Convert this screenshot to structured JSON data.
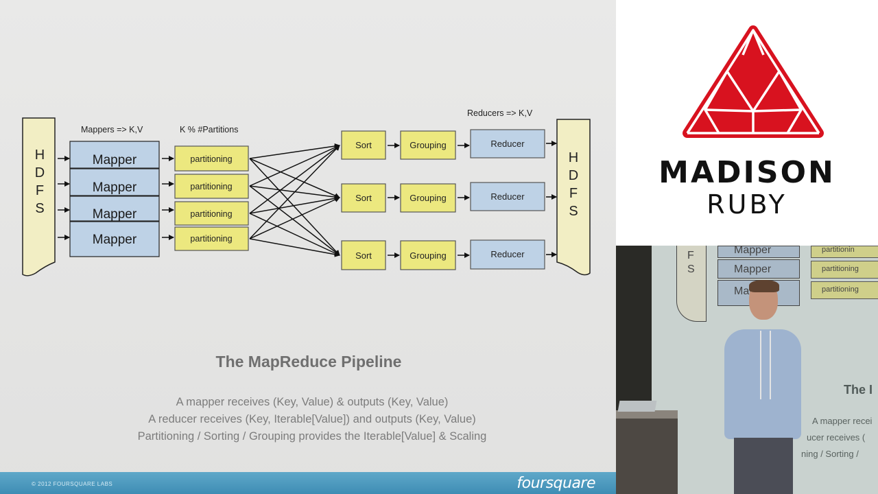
{
  "slide": {
    "title": "The MapReduce Pipeline",
    "bullets": [
      "A mapper receives (Key, Value) & outputs (Key, Value)",
      "A reducer receives (Key, Iterable[Value]) and outputs (Key, Value)",
      "Partitioning / Sorting / Grouping provides the Iterable[Value] & Scaling"
    ],
    "footer": {
      "copyright": "© 2012 FOURSQUARE LABS",
      "brand": "foursquare"
    }
  },
  "diagram": {
    "hdfs_letters": [
      "H",
      "D",
      "F",
      "S"
    ],
    "mappers_header": "Mappers => K,V",
    "partitions_header": "K % #Partitions",
    "reducers_header": "Reducers => K,V",
    "mappers": [
      "Mapper",
      "Mapper",
      "Mapper",
      "Mapper"
    ],
    "partitioners": [
      "partitioning",
      "partitioning",
      "partitioning",
      "partitioning"
    ],
    "sorts": [
      "Sort",
      "Sort",
      "Sort"
    ],
    "groupings": [
      "Grouping",
      "Grouping",
      "Grouping"
    ],
    "reducers": [
      "Reducer",
      "Reducer",
      "Reducer"
    ],
    "colors": {
      "hdfs": "#f2eec4",
      "mapper": "#bed2e6",
      "partition": "#ece87f",
      "reducer": "#bed2e6",
      "stroke": "#111111"
    }
  },
  "logo": {
    "word1": "MADISON",
    "word2": "RUBY",
    "color": "#d8121f"
  },
  "camera": {
    "hdfs_fragment": [
      "F",
      "S"
    ],
    "mappers": [
      "Mapper",
      "Mapper",
      "Mapp"
    ],
    "partitioners": [
      "partitionin",
      "partitioning",
      "partitioning"
    ],
    "title_fragment": "The I",
    "bullet_fragments": [
      "A mapper recei",
      "ucer receives (",
      "ning / Sorting /"
    ]
  }
}
